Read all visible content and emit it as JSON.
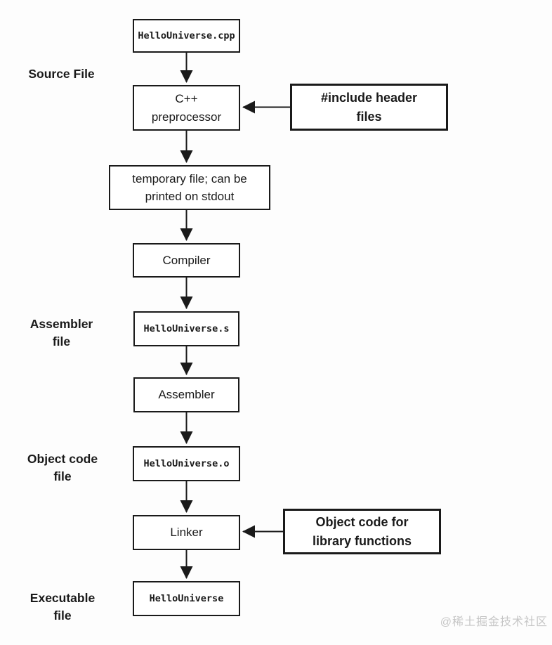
{
  "flowchart": {
    "stage_labels": {
      "source": "Source File",
      "assembler": "Assembler\nfile",
      "object": "Object code\nfile",
      "executable": "Executable\nfile"
    },
    "nodes": {
      "source_file": "HelloUniverse.cpp",
      "preprocessor": "C++\npreprocessor",
      "temp_file": "temporary file; can be\nprinted on stdout",
      "compiler": "Compiler",
      "assembly_file": "HelloUniverse.s",
      "assembler": "Assembler",
      "object_file": "HelloUniverse.o",
      "linker": "Linker",
      "executable_file": "HelloUniverse"
    },
    "annotations": {
      "headers": "#include header\nfiles",
      "libraries": "Object code for\nlibrary functions"
    },
    "colors": {
      "line": "#1a1a1a",
      "box_background": "#ffffff",
      "page_background": "#fdfdfd",
      "watermark": "#c6c6c6"
    }
  },
  "watermark": "@稀土掘金技术社区"
}
